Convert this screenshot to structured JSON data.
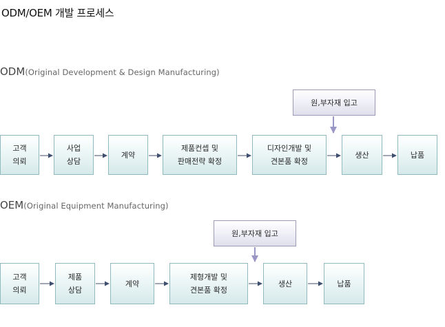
{
  "title": "ODM/OEM 개발 프로세스",
  "odm": {
    "abbr": "ODM",
    "full": "(Original Development & Design Manufacturing)",
    "input": "원,부자재 입고",
    "steps": [
      "고객\n의뢰",
      "사업\n상담",
      "계약",
      "제품컨셉 및\n판매전략 확정",
      "디자인개발 및\n견본품 확정",
      "생산",
      "납품"
    ]
  },
  "oem": {
    "abbr": "OEM",
    "full": "(Original Equipment Manufacturing)",
    "input": "원,부자재 입고",
    "steps": [
      "고객\n의뢰",
      "제품\n상담",
      "계약",
      "제형개발 및\n견본품 확정",
      "생산",
      "납품"
    ]
  }
}
